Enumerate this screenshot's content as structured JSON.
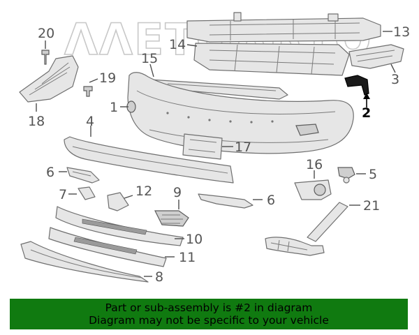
{
  "watermark": "ΛΛΕΤΟΛΒΤΟ",
  "callouts": {
    "n1": "1",
    "n2": "2",
    "n3": "3",
    "n4": "4",
    "n5": "5",
    "n6a": "6",
    "n6b": "6",
    "n7": "7",
    "n8": "8",
    "n9": "9",
    "n10": "10",
    "n11": "11",
    "n12": "12",
    "n13": "13",
    "n14": "14",
    "n15": "15",
    "n16": "16",
    "n17": "17",
    "n18": "18",
    "n19": "19",
    "n20": "20",
    "n21": "21"
  },
  "highlighted_part": "2",
  "banner": {
    "line1": "Part or sub-assembly is #2 in diagram",
    "line2": "Diagram may not be specific to your vehicle"
  },
  "colors": {
    "banner_bg": "#107a10",
    "highlight_part": "#000000",
    "line_gray": "#6f6f6f"
  }
}
